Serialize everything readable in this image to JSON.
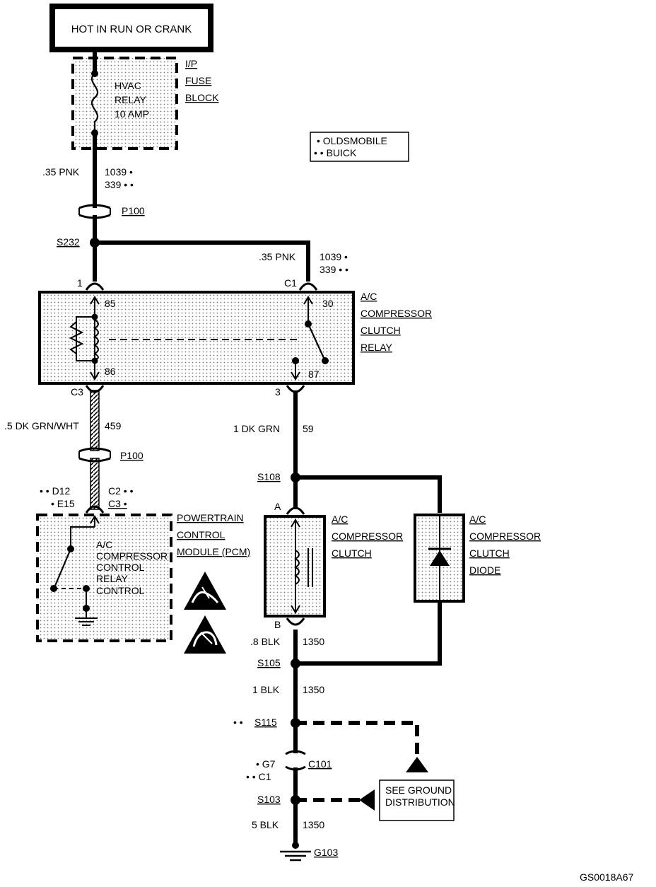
{
  "header": {
    "power_source": "HOT IN RUN OR CRANK"
  },
  "legend": {
    "oldsmobile": "• OLDSMOBILE",
    "buick": "• • BUICK"
  },
  "fuse_block": {
    "name_1": "I/P",
    "name_2": "FUSE",
    "name_3": "BLOCK",
    "fuse_1": "HVAC",
    "fuse_2": "RELAY",
    "fuse_3": "10 AMP"
  },
  "wires": {
    "w1_gauge": ".35 PNK",
    "w1_circuit_a": "1039 •",
    "w1_circuit_b": "339 • •",
    "w2_gauge": ".35 PNK",
    "w2_circuit_a": "1039 •",
    "w2_circuit_b": "339 • •",
    "w3_gauge": ".5 DK GRN/WHT",
    "w3_circuit": "459",
    "w4_gauge": "1 DK GRN",
    "w4_circuit": "59",
    "w5_gauge": ".8 BLK",
    "w5_circuit": "1350",
    "w6_gauge": "1 BLK",
    "w6_circuit": "1350",
    "w7_gauge": "5 BLK",
    "w7_circuit": "1350"
  },
  "connectors": {
    "p100_top": "P100",
    "p100_mid": "P100",
    "relay_1": "1",
    "relay_c1": "C1",
    "relay_c3": "C3",
    "relay_3": "3",
    "pcm_d12": "• • D12",
    "pcm_e15": "• E15",
    "pcm_c2": "C2 • •",
    "pcm_c3": "C3 •",
    "clutch_a": "A",
    "clutch_b": "B",
    "c101_g7": "• G7",
    "c101_c1": "• • C1",
    "c101": "C101"
  },
  "splices": {
    "s232": "S232",
    "s108": "S108",
    "s105": "S105",
    "s115": "S115",
    "s115_prefix": "• •",
    "s103": "S103"
  },
  "relay": {
    "name_1": "A/C",
    "name_2": "COMPRESSOR",
    "name_3": "CLUTCH",
    "name_4": "RELAY",
    "pin_85": "85",
    "pin_86": "86",
    "pin_30": "30",
    "pin_87": "87"
  },
  "pcm": {
    "name_1": "POWERTRAIN",
    "name_2": "CONTROL",
    "name_3": "MODULE (PCM)",
    "int_1": "A/C",
    "int_2": "COMPRESSOR",
    "int_3": "CONTROL",
    "int_4": "RELAY",
    "int_5": "CONTROL"
  },
  "clutch": {
    "name_1": "A/C",
    "name_2": "COMPRESSOR",
    "name_3": "CLUTCH"
  },
  "diode": {
    "name_1": "A/C",
    "name_2": "COMPRESSOR",
    "name_3": "CLUTCH",
    "name_4": "DIODE"
  },
  "ground_ref": {
    "line_1": "SEE GROUND",
    "line_2": "DISTRIBUTION"
  },
  "ground": {
    "g103": "G103"
  },
  "footer": {
    "figure_code": "GS0018A67"
  }
}
